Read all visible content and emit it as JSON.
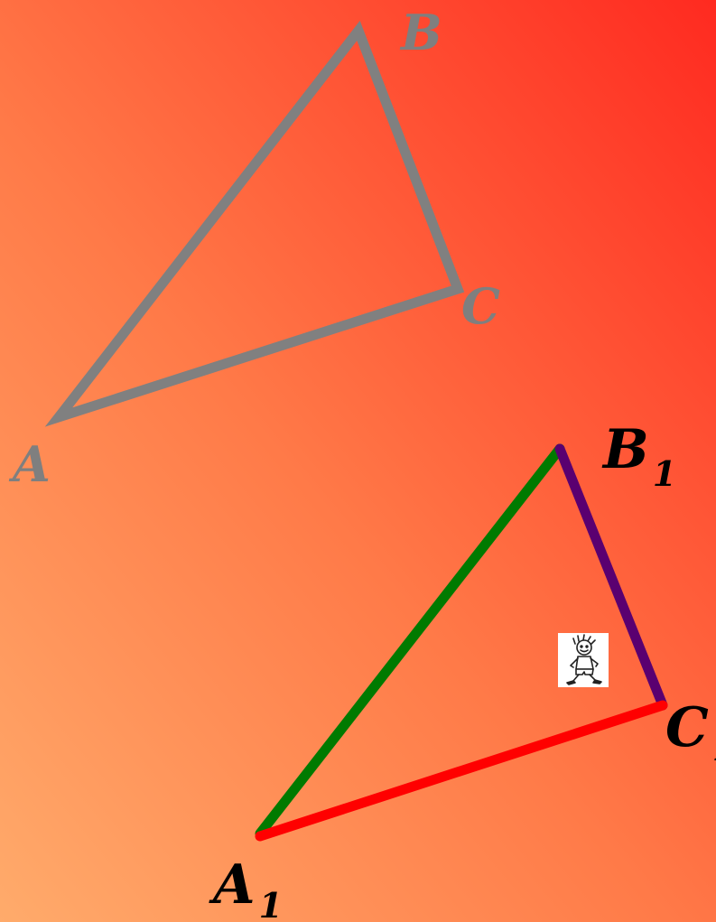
{
  "diagram": {
    "triangle_1": {
      "vertices": {
        "A": "A",
        "B": "B",
        "C": "C"
      },
      "color": "#7f7f7f"
    },
    "triangle_2": {
      "vertices": {
        "A1": "A",
        "B1": "B",
        "C1": "C"
      },
      "subscript": "1",
      "side_colors": {
        "A1B1": "#007a00",
        "B1C1": "#5a0070",
        "C1A1": "#ff0000"
      }
    },
    "figure_icon": "walking-boy-clipart-icon"
  }
}
